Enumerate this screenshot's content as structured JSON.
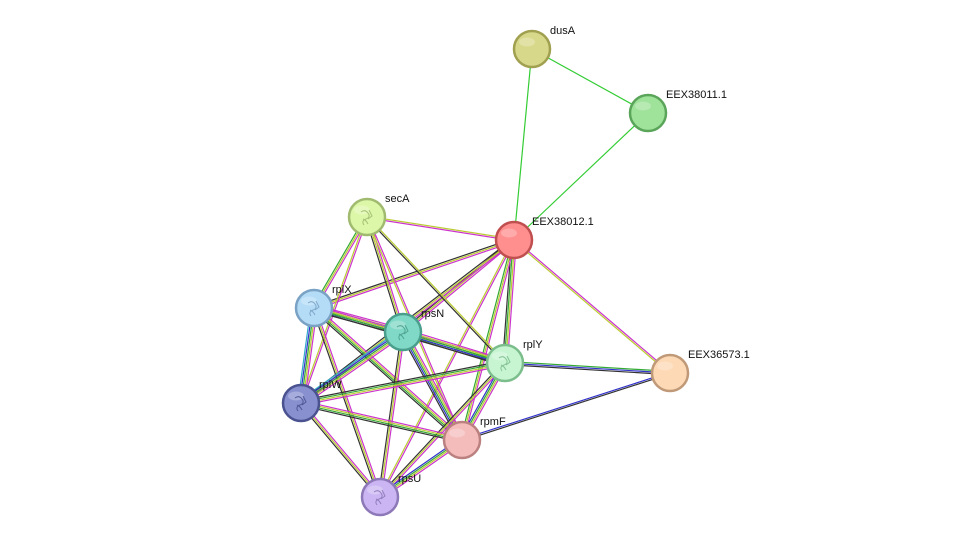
{
  "network": {
    "nodes": [
      {
        "id": "dusA",
        "label": "dusA",
        "fill": "#d8d88a",
        "stroke": "#a0a050"
      },
      {
        "id": "EEX38011.1",
        "label": "EEX38011.1",
        "fill": "#9fe29a",
        "stroke": "#5aa55a"
      },
      {
        "id": "EEX38012.1",
        "label": "EEX38012.1",
        "fill": "#ff8f8f",
        "stroke": "#c05050"
      },
      {
        "id": "secA",
        "label": "secA",
        "fill": "#ddf7a8",
        "stroke": "#a0bb70",
        "icon": "protein-structure-icon"
      },
      {
        "id": "rplX",
        "label": "rplX",
        "fill": "#b5dcf7",
        "stroke": "#7aa2c4",
        "icon": "protein-structure-icon"
      },
      {
        "id": "rpsN",
        "label": "rpsN",
        "fill": "#7fd9c6",
        "stroke": "#4a9e8c",
        "icon": "protein-structure-icon"
      },
      {
        "id": "rplY",
        "label": "rplY",
        "fill": "#c7f5d2",
        "stroke": "#7cbd8c",
        "icon": "protein-structure-icon"
      },
      {
        "id": "EEX36573.1",
        "label": "EEX36573.1",
        "fill": "#fdd9b5",
        "stroke": "#c09a78"
      },
      {
        "id": "rplW",
        "label": "rplW",
        "fill": "#8890cf",
        "stroke": "#4a528f",
        "icon": "protein-structure-icon"
      },
      {
        "id": "rpmF",
        "label": "rpmF",
        "fill": "#f5bcbc",
        "stroke": "#bb8080"
      },
      {
        "id": "rpsU",
        "label": "rpsU",
        "fill": "#cbb6f3",
        "stroke": "#8d78b8",
        "icon": "protein-structure-icon"
      }
    ],
    "edges": [
      {
        "a": "dusA",
        "b": "EEX38011.1",
        "colors": [
          "#33cc33"
        ]
      },
      {
        "a": "dusA",
        "b": "EEX38012.1",
        "colors": [
          "#33cc33"
        ]
      },
      {
        "a": "EEX38011.1",
        "b": "EEX38012.1",
        "colors": [
          "#33cc33"
        ]
      },
      {
        "a": "EEX38012.1",
        "b": "secA",
        "colors": [
          "#cc33cc",
          "#bbcc33"
        ]
      },
      {
        "a": "EEX38012.1",
        "b": "rplX",
        "colors": [
          "#cc33cc",
          "#bbcc33",
          "#333333"
        ]
      },
      {
        "a": "EEX38012.1",
        "b": "rpsN",
        "colors": [
          "#cc33cc",
          "#bbcc33",
          "#333333"
        ]
      },
      {
        "a": "EEX38012.1",
        "b": "rplY",
        "colors": [
          "#cc33cc",
          "#bbcc33",
          "#33aa33",
          "#333333"
        ]
      },
      {
        "a": "EEX38012.1",
        "b": "EEX36573.1",
        "colors": [
          "#cc33cc",
          "#bbcc33"
        ]
      },
      {
        "a": "EEX38012.1",
        "b": "rplW",
        "colors": [
          "#cc33cc",
          "#bbcc33",
          "#333333"
        ]
      },
      {
        "a": "EEX38012.1",
        "b": "rpmF",
        "colors": [
          "#cc33cc",
          "#bbcc33",
          "#33aa33"
        ]
      },
      {
        "a": "EEX38012.1",
        "b": "rpsU",
        "colors": [
          "#cc33cc",
          "#bbcc33"
        ]
      },
      {
        "a": "secA",
        "b": "rplX",
        "colors": [
          "#cc33cc",
          "#bbcc33",
          "#33aa33"
        ]
      },
      {
        "a": "secA",
        "b": "rpsN",
        "colors": [
          "#cc33cc",
          "#bbcc33",
          "#333333"
        ]
      },
      {
        "a": "secA",
        "b": "rplY",
        "colors": [
          "#bbcc33",
          "#333333"
        ]
      },
      {
        "a": "secA",
        "b": "rplW",
        "colors": [
          "#cc33cc",
          "#bbcc33"
        ]
      },
      {
        "a": "secA",
        "b": "rpmF",
        "colors": [
          "#cc33cc",
          "#bbcc33"
        ]
      },
      {
        "a": "rplX",
        "b": "rpsN",
        "colors": [
          "#cc33cc",
          "#bbcc33",
          "#33aa33",
          "#3333cc",
          "#333333"
        ]
      },
      {
        "a": "rplX",
        "b": "rplY",
        "colors": [
          "#cc33cc",
          "#bbcc33",
          "#33aa33",
          "#333333"
        ]
      },
      {
        "a": "rplX",
        "b": "rplW",
        "colors": [
          "#cc33cc",
          "#bbcc33",
          "#33aa33",
          "#3333cc",
          "#33aacc"
        ]
      },
      {
        "a": "rplX",
        "b": "rpmF",
        "colors": [
          "#cc33cc",
          "#bbcc33",
          "#33aa33",
          "#333333"
        ]
      },
      {
        "a": "rplX",
        "b": "rpsU",
        "colors": [
          "#cc33cc",
          "#bbcc33",
          "#333333"
        ]
      },
      {
        "a": "rpsN",
        "b": "rplY",
        "colors": [
          "#cc33cc",
          "#bbcc33",
          "#33aa33",
          "#3333cc",
          "#333333"
        ]
      },
      {
        "a": "rpsN",
        "b": "rplW",
        "colors": [
          "#cc33cc",
          "#bbcc33",
          "#33aa33",
          "#3333cc",
          "#33aacc"
        ]
      },
      {
        "a": "rpsN",
        "b": "rpmF",
        "colors": [
          "#cc33cc",
          "#bbcc33",
          "#33aa33",
          "#3333cc",
          "#333333"
        ]
      },
      {
        "a": "rpsN",
        "b": "rpsU",
        "colors": [
          "#cc33cc",
          "#bbcc33",
          "#333333"
        ]
      },
      {
        "a": "rplY",
        "b": "EEX36573.1",
        "colors": [
          "#33aa33",
          "#3333cc",
          "#333333"
        ]
      },
      {
        "a": "rplY",
        "b": "rplW",
        "colors": [
          "#cc33cc",
          "#bbcc33",
          "#33aa33",
          "#333333"
        ]
      },
      {
        "a": "rplY",
        "b": "rpmF",
        "colors": [
          "#cc33cc",
          "#bbcc33",
          "#33aa33",
          "#3333cc"
        ]
      },
      {
        "a": "rplY",
        "b": "rpsU",
        "colors": [
          "#cc33cc",
          "#bbcc33",
          "#333333"
        ]
      },
      {
        "a": "rplW",
        "b": "rpmF",
        "colors": [
          "#cc33cc",
          "#bbcc33",
          "#33aa33",
          "#333333"
        ]
      },
      {
        "a": "rplW",
        "b": "rpsU",
        "colors": [
          "#cc33cc",
          "#bbcc33",
          "#333333"
        ]
      },
      {
        "a": "rpmF",
        "b": "EEX36573.1",
        "colors": [
          "#3333cc",
          "#333333"
        ]
      },
      {
        "a": "rpmF",
        "b": "rpsU",
        "colors": [
          "#cc33cc",
          "#bbcc33",
          "#33aa33",
          "#3333cc"
        ]
      }
    ]
  }
}
